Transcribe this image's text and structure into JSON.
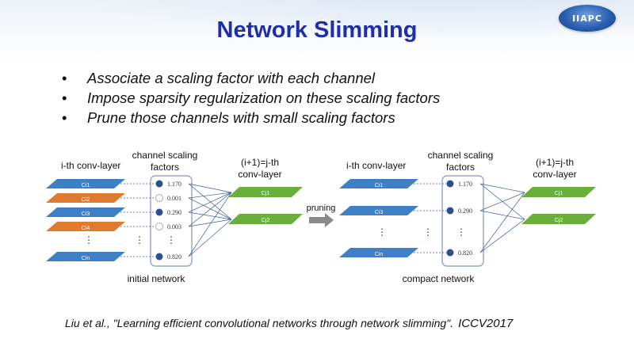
{
  "slide": {
    "title": "Network Slimming",
    "logo_text": "IIAPC",
    "bullets": [
      "Associate a scaling factor with each channel",
      "Impose sparsity regularization on these scaling factors",
      "Prune those channels with small scaling factors"
    ],
    "bullet_marker": "•"
  },
  "diagram": {
    "initial": {
      "left_header": "i-th conv-layer",
      "middle_header_line1": "channel scaling",
      "middle_header_line2": "factors",
      "right_header_line1": "(i+1)=j-th",
      "right_header_line2": "conv-layer",
      "caption": "initial network",
      "factors": [
        "1.170",
        "0.001",
        "0.290",
        "0.003",
        "0.820"
      ],
      "channel_labels": [
        "Ci1",
        "Ci2",
        "Ci3",
        "Ci4",
        "Cin"
      ],
      "out_labels": [
        "Cj1",
        "Cj2"
      ]
    },
    "compact": {
      "left_header": "i-th conv-layer",
      "middle_header_line1": "channel scaling",
      "middle_header_line2": "factors",
      "right_header_line1": "(i+1)=j-th",
      "right_header_line2": "conv-layer",
      "caption": "compact network",
      "factors": [
        "1.170",
        "0.290",
        "0.820"
      ],
      "channel_labels": [
        "Ci1",
        "Ci3",
        "Cin"
      ],
      "out_labels": [
        "Cj1",
        "Cj2"
      ]
    },
    "arrow_label": "pruning",
    "ellipsis": "⋮",
    "colors": {
      "blue_layer": "#3f7fc6",
      "orange_layer": "#e07a2e",
      "green_layer": "#6aae3c",
      "box_stroke": "#7f97b8",
      "dot_fill": "#2e4f8c"
    }
  },
  "citation": {
    "text": "Liu et al., \"Learning efficient convolutional networks through network slimming\".",
    "venue": "ICCV2017"
  }
}
